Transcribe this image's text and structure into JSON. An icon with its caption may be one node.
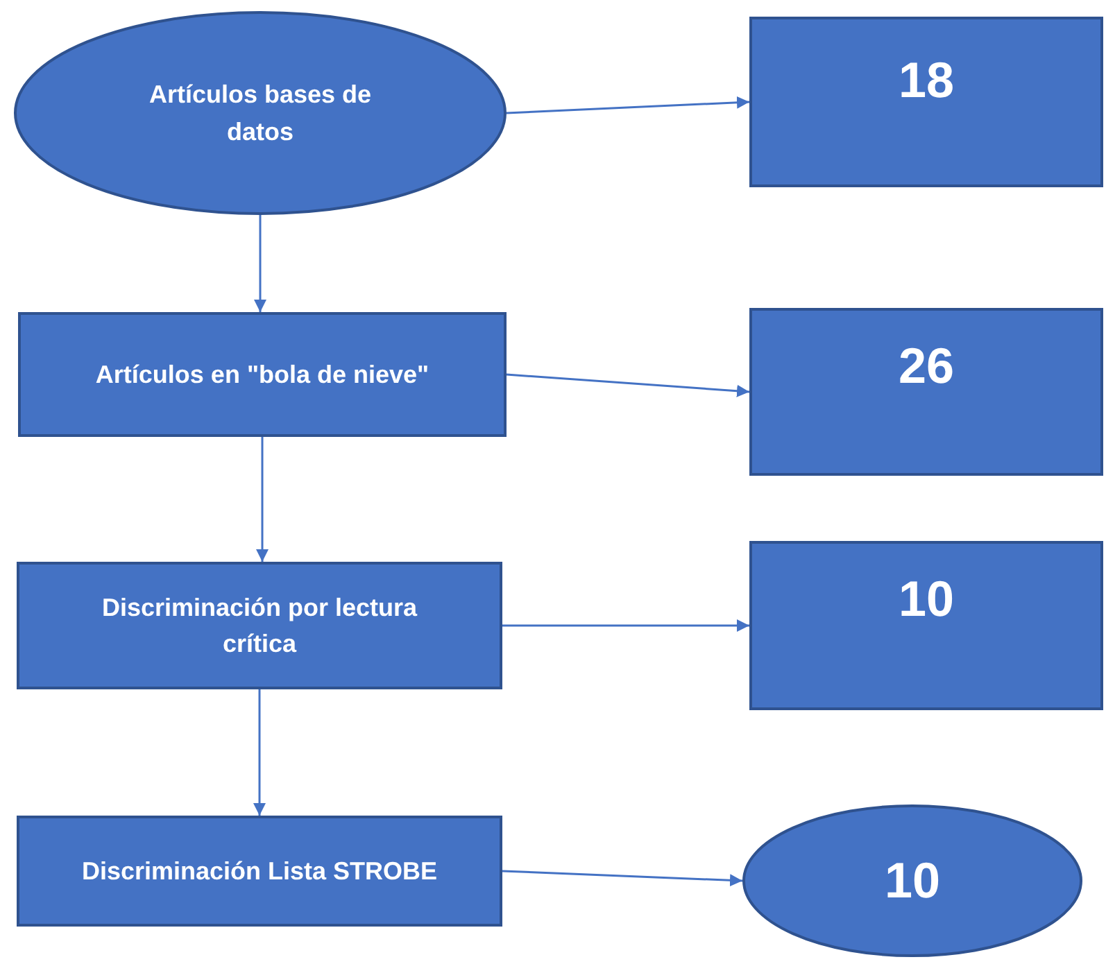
{
  "diagram": {
    "nodes": [
      {
        "text": [
          "Artículos bases de datos"
        ]
      },
      {
        "text": [
          "18"
        ]
      },
      {
        "text": [
          "Artículos en \"bola de nieve\""
        ]
      },
      {
        "text": [
          "26"
        ]
      },
      {
        "text": [
          "Discriminación por lectura crítica"
        ]
      },
      {
        "text": [
          "10"
        ]
      },
      {
        "text": [
          "Discriminación Lista STROBE"
        ]
      },
      {
        "text": [
          "10"
        ]
      }
    ],
    "edges": [
      {
        "from": 0,
        "to": 1,
        "arrow": "to"
      },
      {
        "from": 0,
        "to": 2,
        "arrow": "to"
      },
      {
        "from": 2,
        "to": 3,
        "arrow": "to"
      },
      {
        "from": 2,
        "to": 4,
        "arrow": "to"
      },
      {
        "from": 4,
        "to": 5,
        "arrow": "to"
      },
      {
        "from": 4,
        "to": 6,
        "arrow": "to"
      },
      {
        "from": 6,
        "to": 7,
        "arrow": "to"
      }
    ]
  }
}
